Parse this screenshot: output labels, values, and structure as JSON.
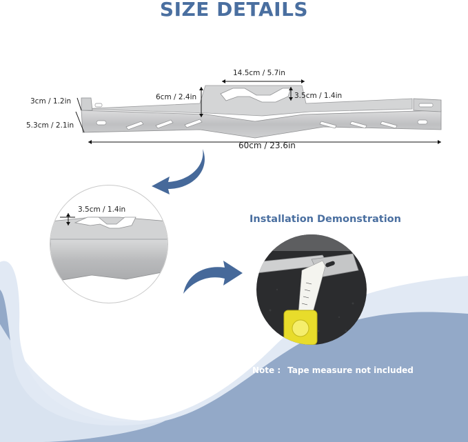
{
  "title": "SIZE DETAILS",
  "dimensions": {
    "top_width": "14.5cm / 5.7in",
    "center_height": "6cm / 2.4in",
    "slot_height": "3.5cm / 1.4in",
    "end_tab": "3cm / 1.2in",
    "end_height": "5.3cm / 2.1in",
    "total_length": "60cm / 23.6in"
  },
  "zoom": {
    "label": "3.5cm / 1.4in"
  },
  "installation": {
    "title": "Installation Demonstration"
  },
  "note": {
    "label": "Note :",
    "text": "Tape measure not included"
  },
  "colors": {
    "title": "#4a6fa0",
    "wave_light": "#dfe8f3",
    "wave_dark": "#93a9c7",
    "arrow": "#46699a",
    "metal": "#c4c5c6"
  }
}
